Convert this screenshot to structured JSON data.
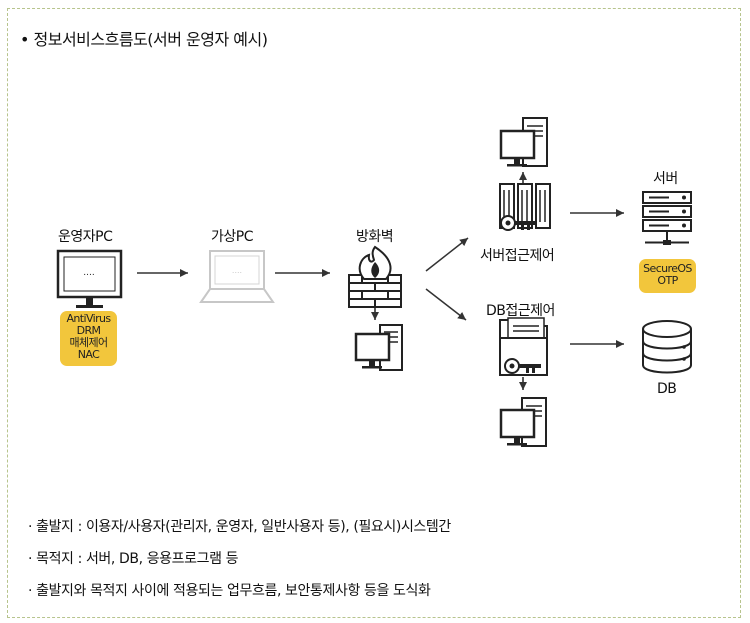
{
  "title": "• 정보서비스흐름도(서버 운영자 예시)",
  "nodes": {
    "operator_pc": "운영자PC",
    "virtual_pc": "가상PC",
    "firewall": "방화벽",
    "server_access": "서버접근제어",
    "db_access": "DB접근제어",
    "server": "서버",
    "db": "DB"
  },
  "operator_badge": [
    "AntiVirus",
    "DRM",
    "매체제어",
    "NAC"
  ],
  "server_badge": [
    "SecureOS",
    "OTP"
  ],
  "screen_dots": "....",
  "bullets": [
    "· 출발지 : 이용자/사용자(관리자, 운영자, 일반사용자 등), (필요시)시스템간",
    "· 목적지 : 서버, DB, 응용프로그램 등",
    "· 출발지와 목적지 사이에 적용되는 업무흐름, 보안통제사항 등을 도식화"
  ],
  "colors": {
    "badge": "#f2c63c",
    "icon": "#222222",
    "icon_light": "#c7c7c7",
    "flame": "#ffffff",
    "border": "#b7c48d"
  }
}
